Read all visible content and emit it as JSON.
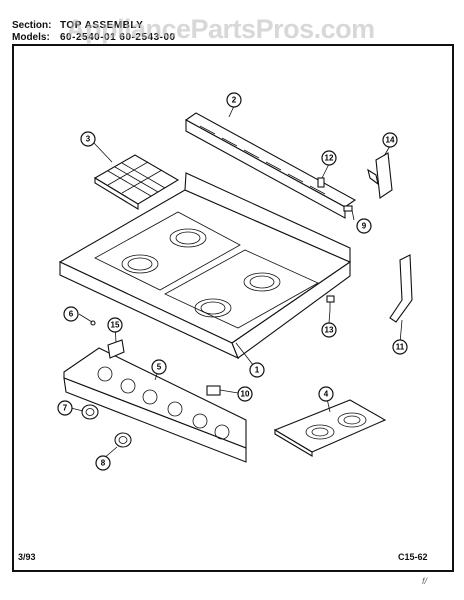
{
  "header": {
    "section_label": "Section:",
    "section_value": "TOP ASSEMBLY",
    "models_label": "Models:",
    "models_value": "60-2540-01   60-2543-00"
  },
  "watermark": "AppliancePartsPros.com",
  "footer": {
    "date": "3/93",
    "code": "C15-62",
    "mark": "f/"
  },
  "callouts": [
    "1",
    "2",
    "3",
    "4",
    "5",
    "6",
    "7",
    "8",
    "9",
    "10",
    "11",
    "12",
    "13",
    "14",
    "15"
  ]
}
